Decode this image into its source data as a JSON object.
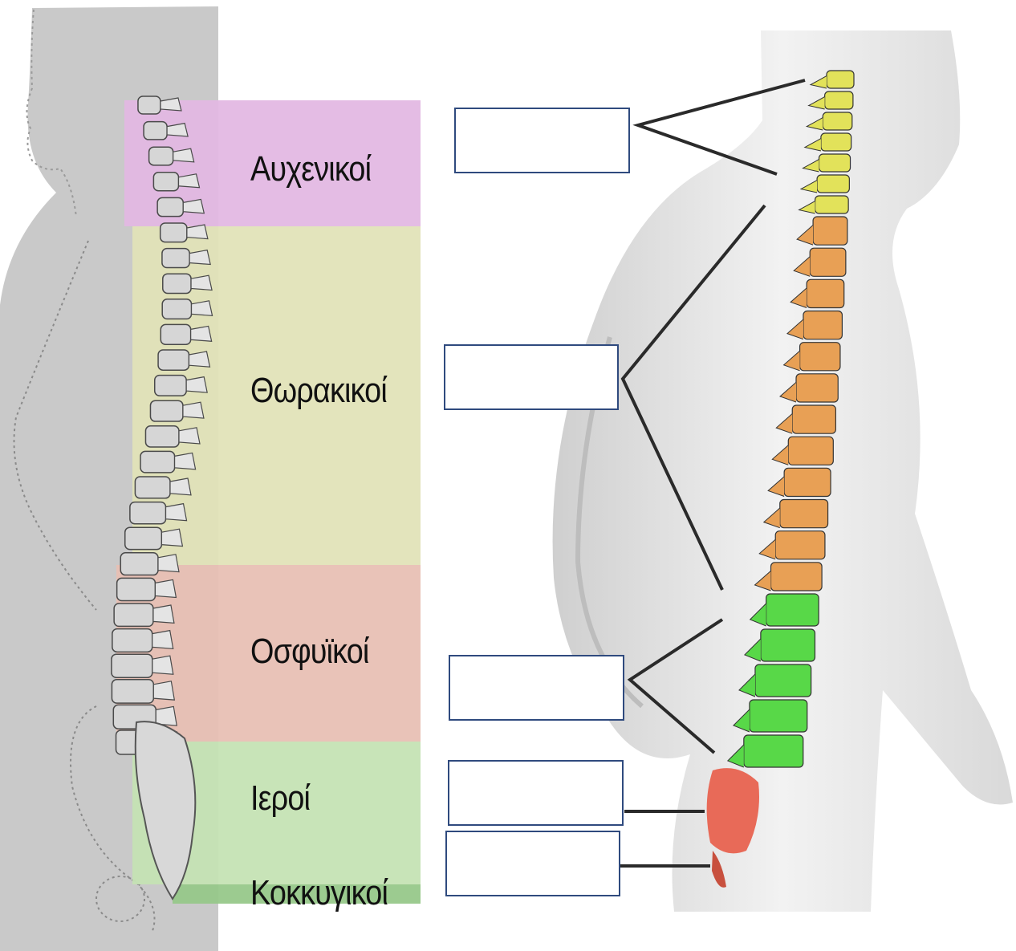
{
  "colors": {
    "cervical": "#e3b8e3",
    "thoracic": "#e1e3b8",
    "lumbar": "#e8c0b4",
    "sacral": "#c5e3b4",
    "coccygeal": "#97c88a",
    "model_cervical": "#e2e25a",
    "model_thoracic": "#e8a055",
    "model_lumbar": "#58d848",
    "model_sacrum": "#e86a58",
    "silhouette": "#c8c8c8",
    "bone": "#dcdcdc",
    "box_border": "#2f4a7e",
    "leader_line": "#2a2a2a"
  },
  "regions": [
    {
      "key": "cervical",
      "label": "Αυχενικοί"
    },
    {
      "key": "thoracic",
      "label": "Θωρακικοί"
    },
    {
      "key": "lumbar",
      "label": "Οσφυϊκοί"
    },
    {
      "key": "sacral",
      "label": "Ιεροί"
    },
    {
      "key": "coccygeal",
      "label": "Κοκκυγικοί"
    }
  ],
  "answer_boxes": [
    {
      "target": "cervical",
      "value": ""
    },
    {
      "target": "thoracic",
      "value": ""
    },
    {
      "target": "lumbar",
      "value": ""
    },
    {
      "target": "sacral",
      "value": ""
    },
    {
      "target": "coccygeal",
      "value": ""
    }
  ]
}
